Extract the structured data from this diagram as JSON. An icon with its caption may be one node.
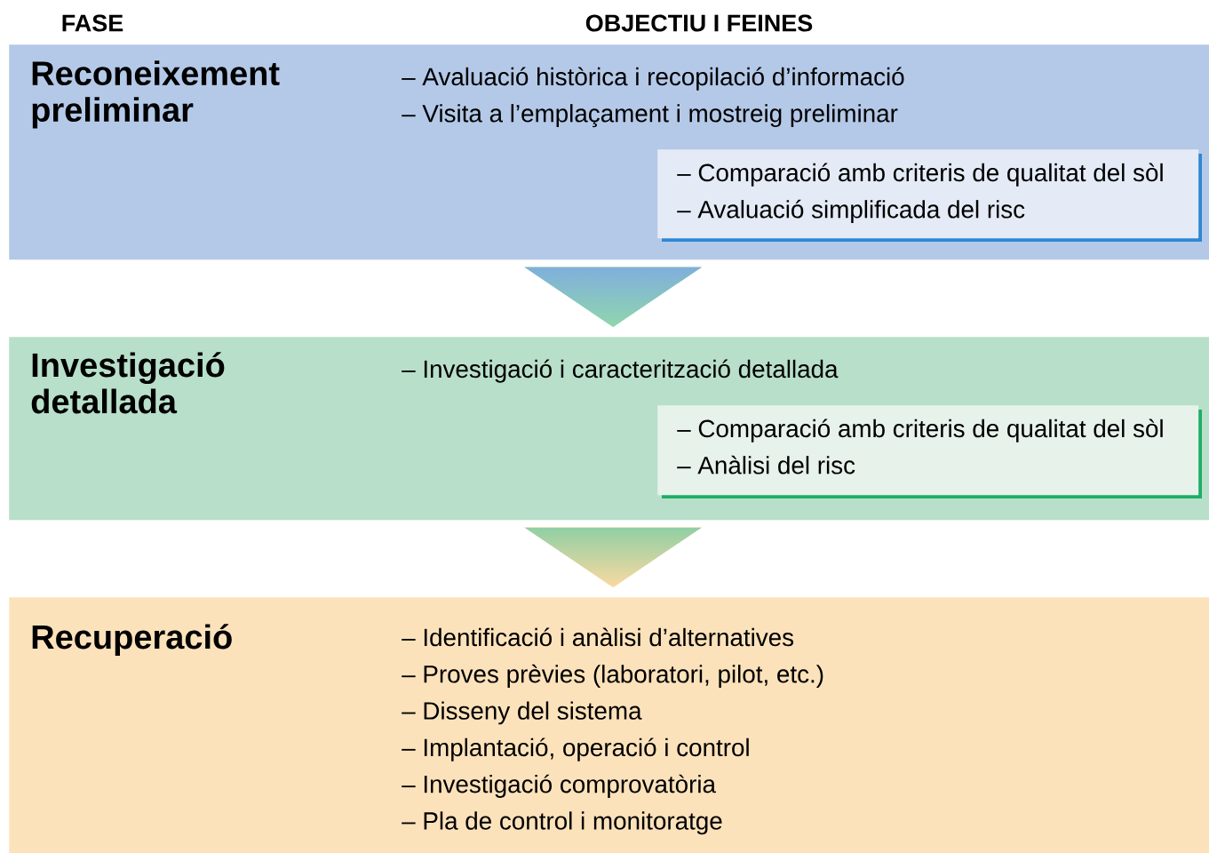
{
  "diagram": {
    "nodes": [
      {
        "text": [
          "Reconeixement preliminar",
          "– Avaluació històrica i recopilació d’informació",
          "– Visita a l’emplaçament i mostreig preliminar"
        ]
      },
      {
        "text": [
          "– Comparació amb criteris de qualitat del sòl",
          "– Avaluació simplificada del risc"
        ],
        "in": 0
      },
      {
        "text": [
          "Investigació detallada",
          "– Investigació i caracterització detallada"
        ]
      },
      {
        "text": [
          "– Comparació amb criteris de qualitat del sòl",
          "– Anàlisi del risc"
        ],
        "in": 2
      },
      {
        "text": [
          "Recuperació",
          "– Identificació i anàlisi d’alternatives",
          "– Proves prèvies (laboratori, pilot, etc.)",
          "– Disseny del sistema",
          "– Implantació, operació i control",
          "– Investigació comprovatòria",
          "– Pla de control i monitoratge"
        ]
      }
    ],
    "edges": [
      {
        "from": 0,
        "to": 2,
        "arrow": "to"
      },
      {
        "from": 2,
        "to": 4,
        "arrow": "to"
      }
    ],
    "labels": [
      "FASE",
      "OBJECTIU I FEINES"
    ]
  }
}
